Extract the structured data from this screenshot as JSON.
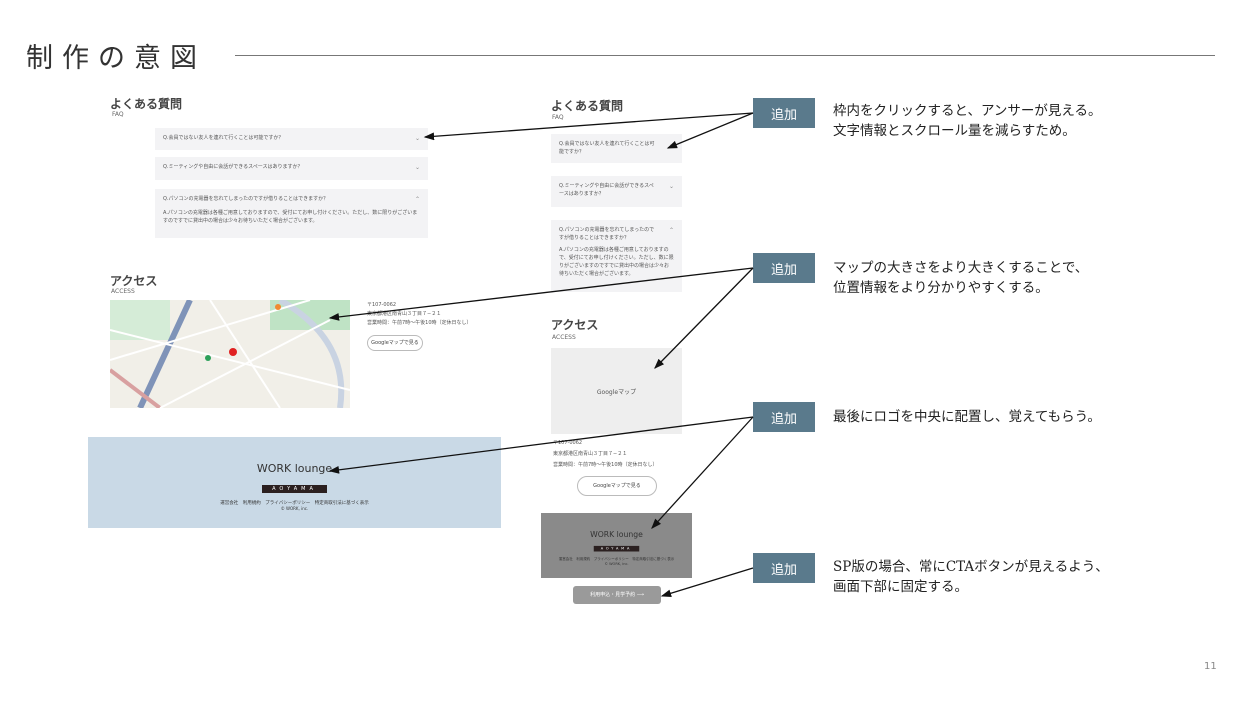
{
  "slide": {
    "title": "制作の意図",
    "page_number": "11"
  },
  "pc": {
    "faq_title": "よくある質問",
    "faq_sub": "FAQ",
    "faq": [
      {
        "q": "Q.会員ではない友人を連れて行くことは可能ですか？"
      },
      {
        "q": "Q.ミーティングや自由に会話ができるスペースはありますか？"
      },
      {
        "q": "Q.パソコンの充電器を忘れてしまったのですが借りることはできますか？",
        "a": "A.パソコンの充電器は各種ご用意しておりますので、受付にてお申し付けください。ただし、数に限りがございますのですでに貸出中の場合は少々お待ちいただく場合がございます。"
      }
    ],
    "access_title": "アクセス",
    "access_sub": "ACCESS",
    "zip": "〒107-0062",
    "address": "東京都港区南青山３丁目７−２１",
    "hours": "営業時間：午前7時〜午後10時（定休日なし）",
    "map_button": "Googleマップで見る",
    "logo_main": "WORK lounge",
    "logo_sub": "AOYAMA",
    "footer_links": "運営会社　利用規約　プライバシーポリシー　特定商取引法に基づく表示",
    "copyright": "© WORK, inc."
  },
  "sp": {
    "map_placeholder": "Googleマップ",
    "cta": "利用申込・見学予約 ⟶"
  },
  "notes": [
    {
      "tag": "追加",
      "text": "枠内をクリックすると、アンサーが見える。\n文字情報とスクロール量を減らすため。"
    },
    {
      "tag": "追加",
      "text": "マップの大きさをより大きくすることで、\n位置情報をより分かりやすくする。"
    },
    {
      "tag": "追加",
      "text": "最後にロゴを中央に配置し、覚えてもらう。"
    },
    {
      "tag": "追加",
      "text": "SP版の場合、常にCTAボタンが見えるよう、\n画面下部に固定する。"
    }
  ],
  "colors": {
    "tag": "#5a7a8c",
    "footer_pc": "#c9d9e6",
    "footer_sp": "#8a8a8a"
  }
}
